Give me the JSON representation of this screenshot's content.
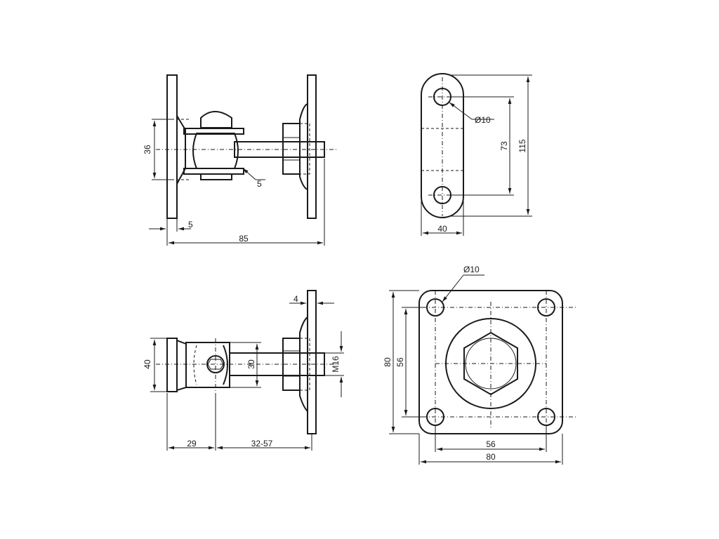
{
  "dimensions": {
    "side_view_top": {
      "d36": "36",
      "d5_weld": "5",
      "d5_plate": "5",
      "d85": "85"
    },
    "end_view": {
      "dia10": "Ø10",
      "d73": "73",
      "d115": "115",
      "d40": "40"
    },
    "side_view_bottom": {
      "d4": "4",
      "d40": "40",
      "d30": "30",
      "m16": "M16",
      "d29": "29",
      "d32_57": "32-57"
    },
    "plate_view": {
      "dia10": "Ø10",
      "d80_v": "80",
      "d56_v": "56",
      "d56_h": "56",
      "d80_h": "80"
    }
  }
}
